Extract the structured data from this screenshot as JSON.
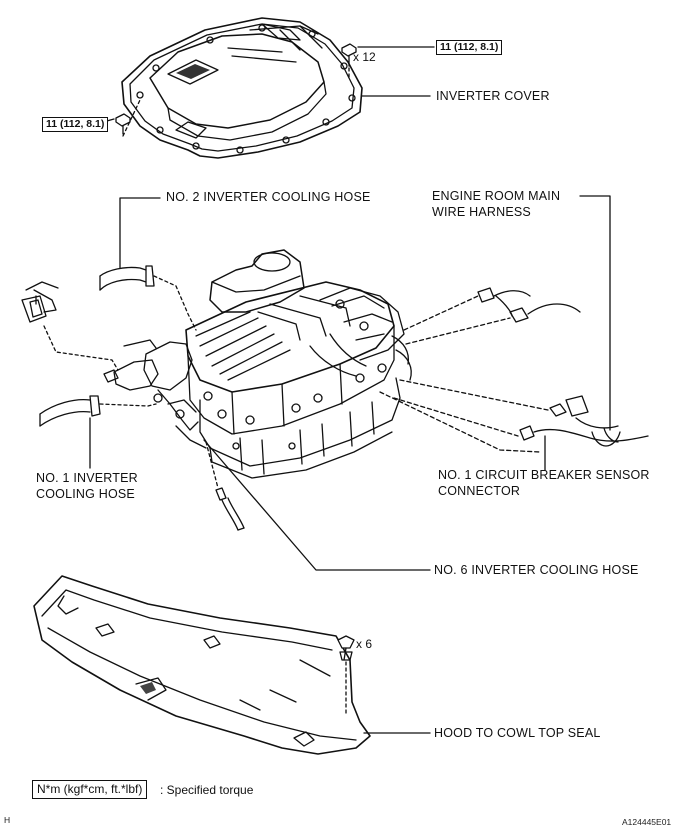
{
  "torque": {
    "cover_top": "11 (112, 8.1)",
    "cover_left": "11 (112, 8.1)",
    "legend_unit": "N*m (kgf*cm, ft.*lbf)",
    "legend_text": ": Specified torque"
  },
  "quantities": {
    "cover_bolts": "x 12",
    "seal_clips": "x 6"
  },
  "parts": {
    "inverter_cover": "INVERTER COVER",
    "no2_hose": "NO. 2 INVERTER COOLING HOSE",
    "harness_line1": "ENGINE ROOM MAIN",
    "harness_line2": "WIRE HARNESS",
    "no1_hose_line1": "NO. 1 INVERTER",
    "no1_hose_line2": "COOLING HOSE",
    "breaker_line1": "NO. 1 CIRCUIT BREAKER SENSOR",
    "breaker_line2": "CONNECTOR",
    "no6_hose": "NO. 6 INVERTER COOLING HOSE",
    "cowl_seal": "HOOD TO COWL TOP SEAL"
  },
  "footer": {
    "corner_mark": "H",
    "figure_code": "A124445E01"
  }
}
